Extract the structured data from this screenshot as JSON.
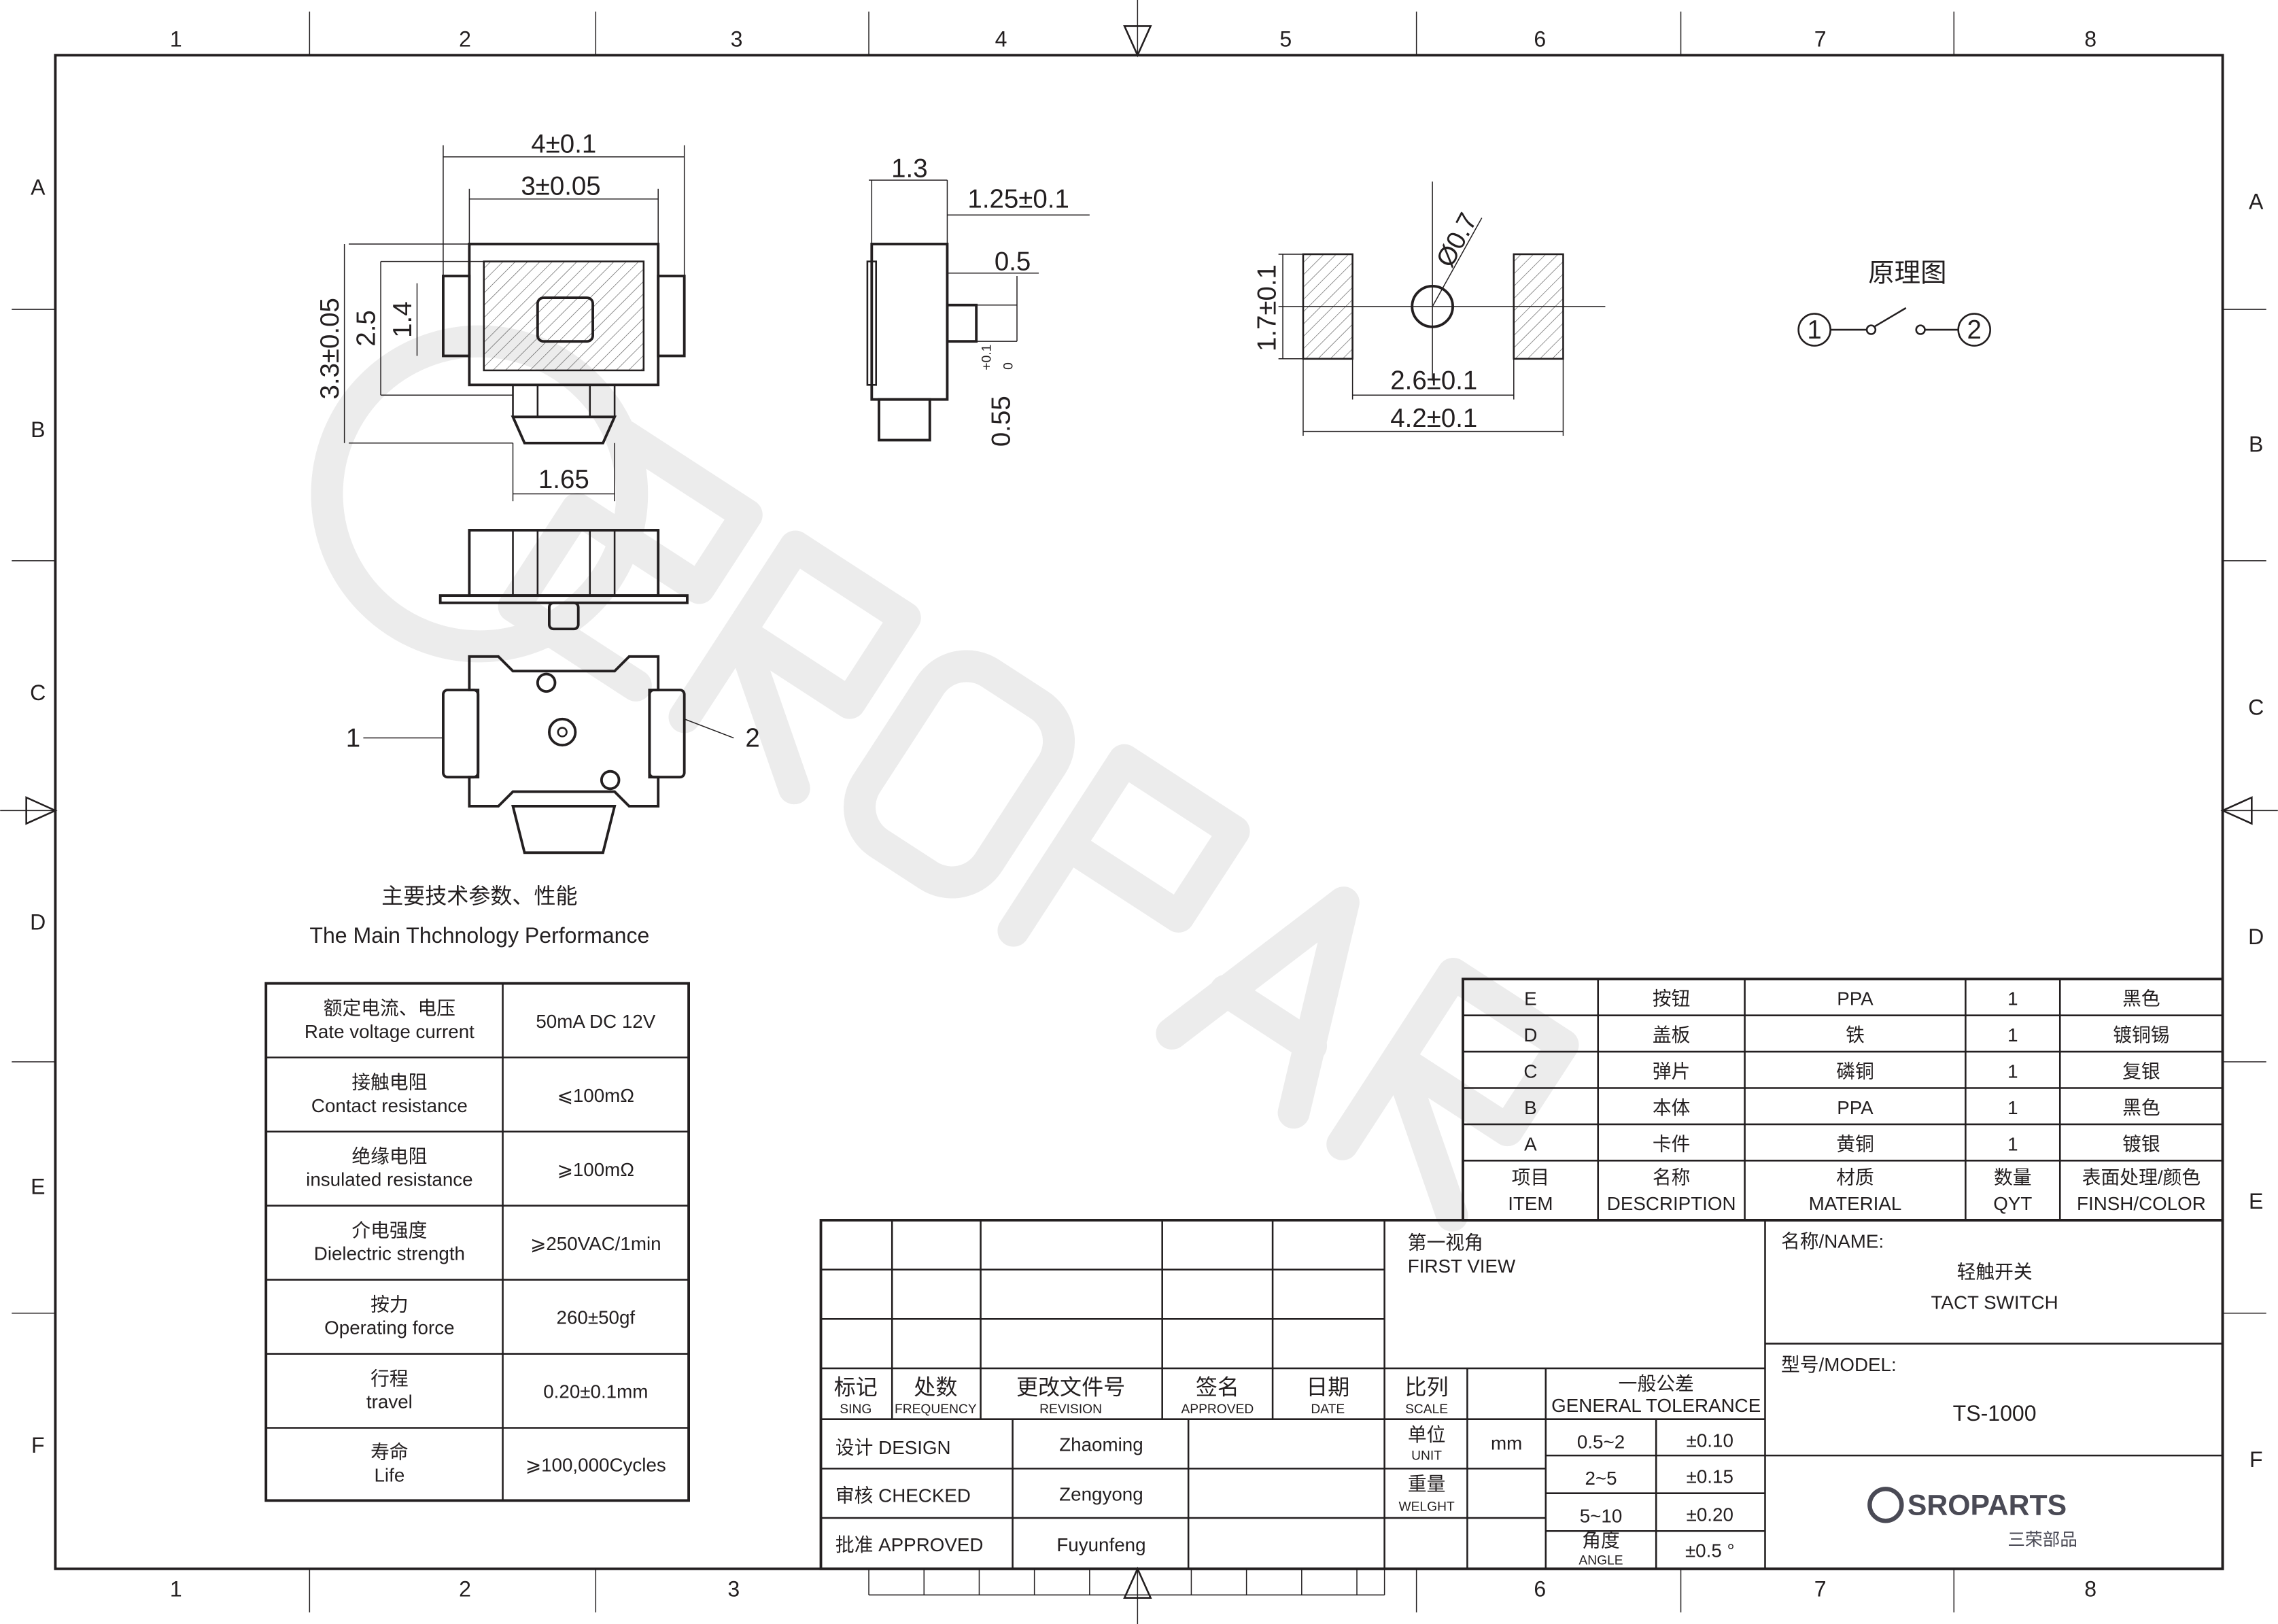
{
  "ruler": {
    "columns": [
      "1",
      "2",
      "3",
      "4",
      "5",
      "6",
      "7",
      "8"
    ],
    "rows": [
      "A",
      "B",
      "C",
      "D",
      "E",
      "F"
    ]
  },
  "watermark": "SROPARTS",
  "dimensions": {
    "top_width": "4±0.1",
    "inner_width": "3±0.05",
    "height_total": "3.3±0.05",
    "height_2_5": "2.5",
    "height_1_4": "1.4",
    "bottom_1_65": "1.65",
    "side_1_3": "1.3",
    "side_1_25": "1.25±0.1",
    "side_0_5": "0.5",
    "side_0_55": "0.55",
    "side_0_55_tol_plus": "+0.1",
    "side_0_55_tol_minus": "0",
    "pad_height": "1.7±0.1",
    "hole_dia": "Ø0.7",
    "pad_gap": "2.6±0.1",
    "pad_span": "4.2±0.1",
    "pin1": "1",
    "pin2": "2"
  },
  "schematic": {
    "title": "原理图",
    "pin1": "1",
    "pin2": "2"
  },
  "performance": {
    "title_cn": "主要技术参数、性能",
    "title_en": "The Main Thchnology Performance",
    "rows": [
      {
        "cn": "额定电流、电压",
        "en": "Rate voltage current",
        "value": "50mA DC 12V"
      },
      {
        "cn": "接触电阻",
        "en": "Contact resistance",
        "value": "⩽100mΩ"
      },
      {
        "cn": "绝缘电阻",
        "en": "insulated resistance",
        "value": "⩾100mΩ"
      },
      {
        "cn": "介电强度",
        "en": "Dielectric strength",
        "value": "⩾250VAC/1min"
      },
      {
        "cn": "按力",
        "en": "Operating force",
        "value": "260±50gf"
      },
      {
        "cn": "行程",
        "en": "travel",
        "value": "0.20±0.1mm"
      },
      {
        "cn": "寿命",
        "en": "Life",
        "value": "⩾100,000Cycles"
      }
    ]
  },
  "materials": {
    "rows": [
      [
        "E",
        "按钮",
        "PPA",
        "1",
        "黑色"
      ],
      [
        "D",
        "盖板",
        "铁",
        "1",
        "镀铜锡"
      ],
      [
        "C",
        "弹片",
        "磷铜",
        "1",
        "复银"
      ],
      [
        "B",
        "本体",
        "PPA",
        "1",
        "黑色"
      ],
      [
        "A",
        "卡件",
        "黄铜",
        "1",
        "镀银"
      ]
    ],
    "header_cn": [
      "项目",
      "名称",
      "材质",
      "数量",
      "表面处理/颜色"
    ],
    "header_en": [
      "ITEM",
      "DESCRIPTION",
      "MATERIAL",
      "QYT",
      "FINSH/COLOR"
    ]
  },
  "title_block": {
    "revision_headers": [
      {
        "cn": "标记",
        "en": "SING"
      },
      {
        "cn": "处数",
        "en": "FREQUENCY"
      },
      {
        "cn": "更改文件号",
        "en": "REVISION"
      },
      {
        "cn": "签名",
        "en": "APPROVED"
      },
      {
        "cn": "日期",
        "en": "DATE"
      }
    ],
    "first_view_cn": "第一视角",
    "first_view_en": "FIRST VIEW",
    "scale_cn": "比列",
    "scale_en": "SCALE",
    "tolerance_cn": "一般公差",
    "tolerance_en": "GENERAL TOLERANCE",
    "signoffs": [
      {
        "role": "设计 DESIGN",
        "name": "Zhaoming"
      },
      {
        "role": "审核 CHECKED",
        "name": "Zengyong"
      },
      {
        "role": "批准 APPROVED",
        "name": "Fuyunfeng"
      }
    ],
    "unit_cn": "单位",
    "unit_en": "UNIT",
    "unit_value": "mm",
    "weight_cn": "重量",
    "weight_en": "WELGHT",
    "tolerances": [
      [
        "0.5~2",
        "±0.10"
      ],
      [
        "2~5",
        "±0.15"
      ],
      [
        "5~10",
        "±0.20"
      ]
    ],
    "angle_cn": "角度",
    "angle_en": "ANGLE",
    "angle_tol": "±0.5 °",
    "name_label": "名称/NAME:",
    "name_cn": "轻触开关",
    "name_en": "TACT  SWITCH",
    "model_label": "型号/MODEL:",
    "model": "TS-1000",
    "logo_text": "SROPARTS",
    "logo_cn": "三荣部品"
  }
}
